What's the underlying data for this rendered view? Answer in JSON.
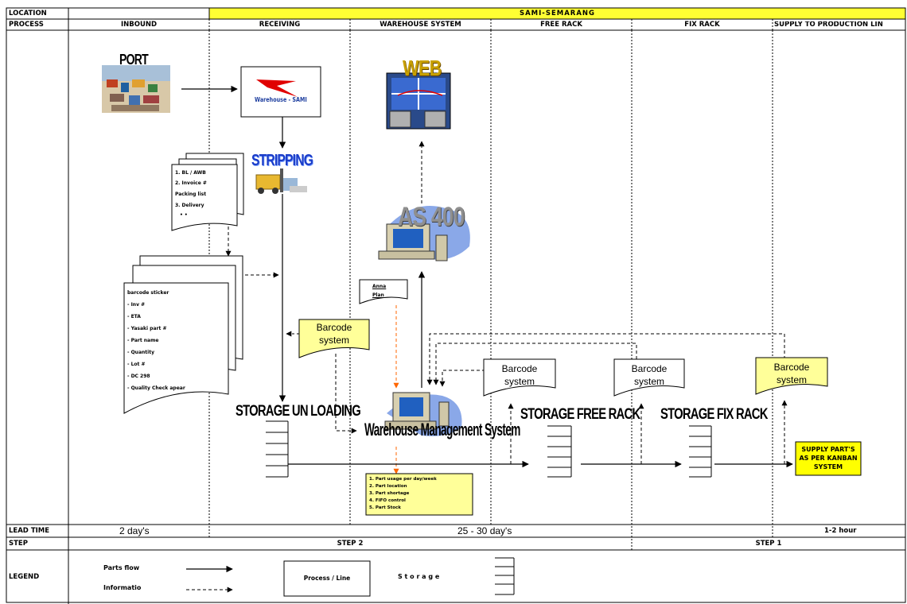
{
  "header": {
    "location_label": "LOCATION",
    "location_value": "SAMI-SEMARANG",
    "process_label": "PROCESS",
    "columns": [
      "INBOUND",
      "RECEIVING",
      "WAREHOUSE SYSTEM",
      "FREE RACK",
      "FIX RACK",
      "SUPPLY TO PRODUCTION LIN"
    ]
  },
  "nodes": {
    "port": "PORT",
    "warehouse_sami": "Warehouse - SAMI",
    "stripping": "STRIPPING",
    "web": "WEB",
    "as400": "AS 400",
    "docs_small": [
      "1. BL / AWB",
      "2. Invoice #",
      "Packing list",
      "3. Delivery",
      "•   •"
    ],
    "docs_large": [
      "barcode sticker",
      "- Inv #",
      "- ETA",
      "- Yasaki part #",
      "- Part name",
      "- Quantity",
      "- Lot #",
      "- DC 298",
      "- Quality Check apear"
    ],
    "plan_label": [
      "Anna",
      "Plan"
    ],
    "barcode_system": [
      "Barcode",
      "system"
    ],
    "storage_unloading": "STORAGE UN LOADING",
    "wms": "Warehouse Management System",
    "storage_free_rack": "STORAGE FREE RACK",
    "storage_fix_rack": "STORAGE FIX RACK",
    "supply": [
      "SUPPLY PART'S",
      "AS PER KANBAN",
      "SYSTEM"
    ],
    "wms_outputs": [
      "1. Part usage per day/week",
      "2. Part location",
      "3. Part shortage",
      "4. FIFO control",
      "5. Part Stock"
    ]
  },
  "footer": {
    "lead_time_label": "LEAD TIME",
    "lead_inbound": "2 day's",
    "lead_middle": "25 - 30 day's",
    "lead_supply": "1-2 hour",
    "step_label": "STEP",
    "step2": "STEP 2",
    "step1": "STEP 1",
    "legend_label": "LEGEND",
    "legend_parts_flow": "Parts flow",
    "legend_information": "Informatio",
    "legend_process": "Process / Line",
    "legend_storage": "S t o r a g e"
  },
  "colors": {
    "location_bar": "#ffff33",
    "barcode_fill": "#ffff99",
    "supply_fill": "#ffff00",
    "plan_arrow": "#ff6600"
  }
}
